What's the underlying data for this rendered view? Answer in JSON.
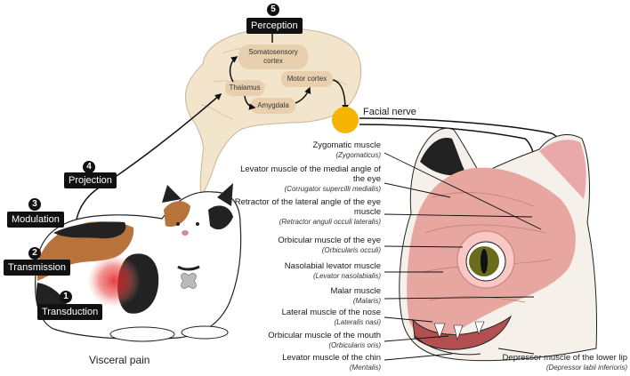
{
  "steps": [
    {
      "num": "1",
      "label": "Transduction"
    },
    {
      "num": "2",
      "label": "Transmission"
    },
    {
      "num": "3",
      "label": "Modulation"
    },
    {
      "num": "4",
      "label": "Projection"
    },
    {
      "num": "5",
      "label": "Perception"
    }
  ],
  "brain": {
    "somatosensory": "Somatosensory cortex",
    "thalamus": "Thalamus",
    "motor": "Motor cortex",
    "amygdala": "Amygdala"
  },
  "facial_nerve": "Facial nerve",
  "visceral_pain": "Visceral pain",
  "muscles": [
    {
      "name": "Zygomatic muscle",
      "latin": "(Zygomaticus)"
    },
    {
      "name": "Levator muscle of the medial angle of the eye",
      "latin": "(Corrugator supercilli medialis)"
    },
    {
      "name": "Retractor of the lateral angle of the eye muscle",
      "latin": "(Retractor anguli occuli lateralis)"
    },
    {
      "name": "Orbicular muscle of the eye",
      "latin": "(Orbicularis occuli)"
    },
    {
      "name": "Nasolabial levator muscle",
      "latin": "(Levator nasolabialis)"
    },
    {
      "name": "Malar muscle",
      "latin": "(Malaris)"
    },
    {
      "name": "Lateral muscle of the nose",
      "latin": "(Lateralis nasi)"
    },
    {
      "name": "Orbicular muscle of the mouth",
      "latin": "(Orbicularis oris)"
    },
    {
      "name": "Levator muscle of the chin",
      "latin": "(Mentalis)"
    }
  ],
  "depressor": {
    "name": "Depressor muscle of the lower lip",
    "latin": "(Depressor labii inferioris)"
  },
  "colors": {
    "brain": "#f3e4cc",
    "brain_box": "#e8cfae",
    "nerve": "#f4b400",
    "muscle": "#e8a6a0",
    "cat_orange": "#b8733a",
    "cat_black": "#222222",
    "pain_glow": "#d9252a",
    "eye_iris": "#6b6b1e"
  }
}
